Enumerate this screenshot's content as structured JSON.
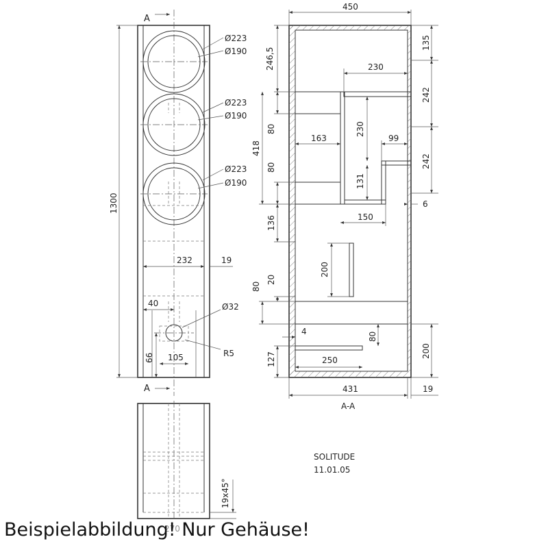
{
  "title_block": {
    "name": "SOLITUDE",
    "date": "11.01.05"
  },
  "caption": "Beispielabbildung! Nur Gehäuse!",
  "front_view": {
    "section_marks": [
      "A",
      "A"
    ],
    "dims": {
      "height": "1300",
      "d1_outer": "Ø223",
      "d1_inner": "Ø190",
      "d2_outer": "Ø223",
      "d2_inner": "Ø190",
      "d3_outer": "Ø223",
      "d3_inner": "Ø190",
      "inner_width": "232",
      "wall": "19",
      "port_offset": "40",
      "port_dia": "Ø32",
      "port_radius": "R5",
      "port_height": "66",
      "port_width": "105"
    }
  },
  "top_view": {
    "chamfer": "19x45°",
    "width": "270"
  },
  "section_view": {
    "label": "A-A",
    "dims": {
      "overall_depth": "450",
      "top_height": "246,5",
      "shelf_depth": "230",
      "right_135": "135",
      "right_242a": "242",
      "right_242b": "242",
      "left_418": "418",
      "block_80a": "80",
      "block_80b": "80",
      "chamber_h": "230",
      "block_w": "163",
      "step_w": "99",
      "chamber_131": "131",
      "wall_6": "6",
      "gap_136": "136",
      "chamber_150": "150",
      "panel_200": "200",
      "left_80": "80",
      "left_20": "20",
      "gap_4": "4",
      "shelf_80": "80",
      "left_127": "127",
      "right_200": "200",
      "shelf_250": "250",
      "inner_431": "431",
      "wall_19": "19"
    }
  }
}
